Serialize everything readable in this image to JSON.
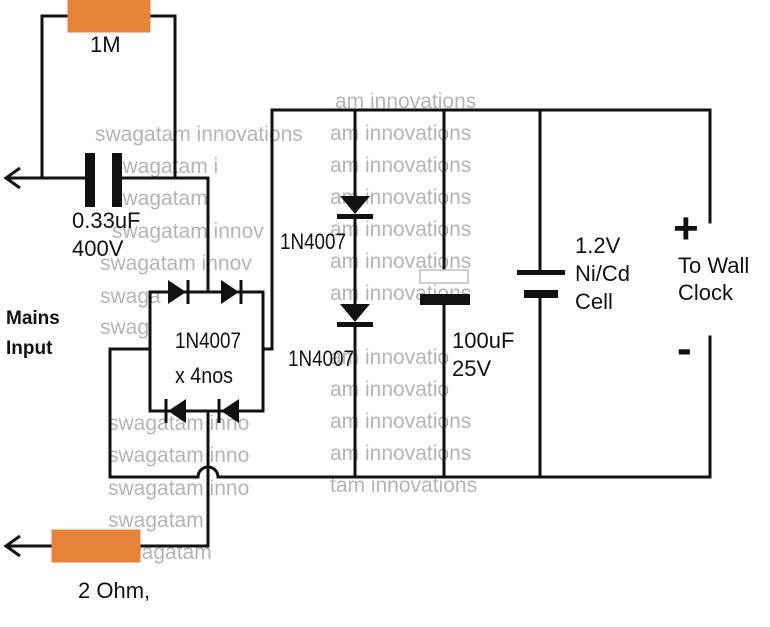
{
  "labels": {
    "r1": "1M",
    "cap_value": "0.33uF",
    "cap_voltage": "400V",
    "bridge_diode": "1N4007",
    "bridge_count": "x 4nos",
    "diode_1": "1N4007",
    "diode_2": "1N4007",
    "elco_value": "100uF",
    "elco_voltage": "25V",
    "cell_voltage": "1.2V",
    "cell_type": "Ni/Cd",
    "cell_word": "Cell",
    "out_line1": "To Wall",
    "out_line2": "Clock",
    "plus": "+",
    "minus": "-",
    "mains_line1": "Mains",
    "mains_line2": "Input",
    "r2": "2 Ohm,"
  },
  "watermark": {
    "left": [
      "swagatam innovations",
      "swagatam i",
      "swagatam",
      "swagatam innov",
      "swagatam innov",
      "swaga",
      "swag",
      "swagatam inno",
      "swagatam inno",
      "swagatam inno",
      "swagatam",
      "swagatam"
    ],
    "right": [
      "am innovations",
      "am innovations",
      "am innovations",
      "am innovations",
      "am innovations",
      "am innovations",
      "am innovations",
      "am innovatio",
      "am innovatio",
      "am innovations",
      "am innovations",
      "tam innovations"
    ]
  },
  "colors": {
    "wire": "#111111",
    "resistor": "#e8833a",
    "watermark": "#b4b4b4",
    "elco_top_plate": "#ffffff"
  }
}
